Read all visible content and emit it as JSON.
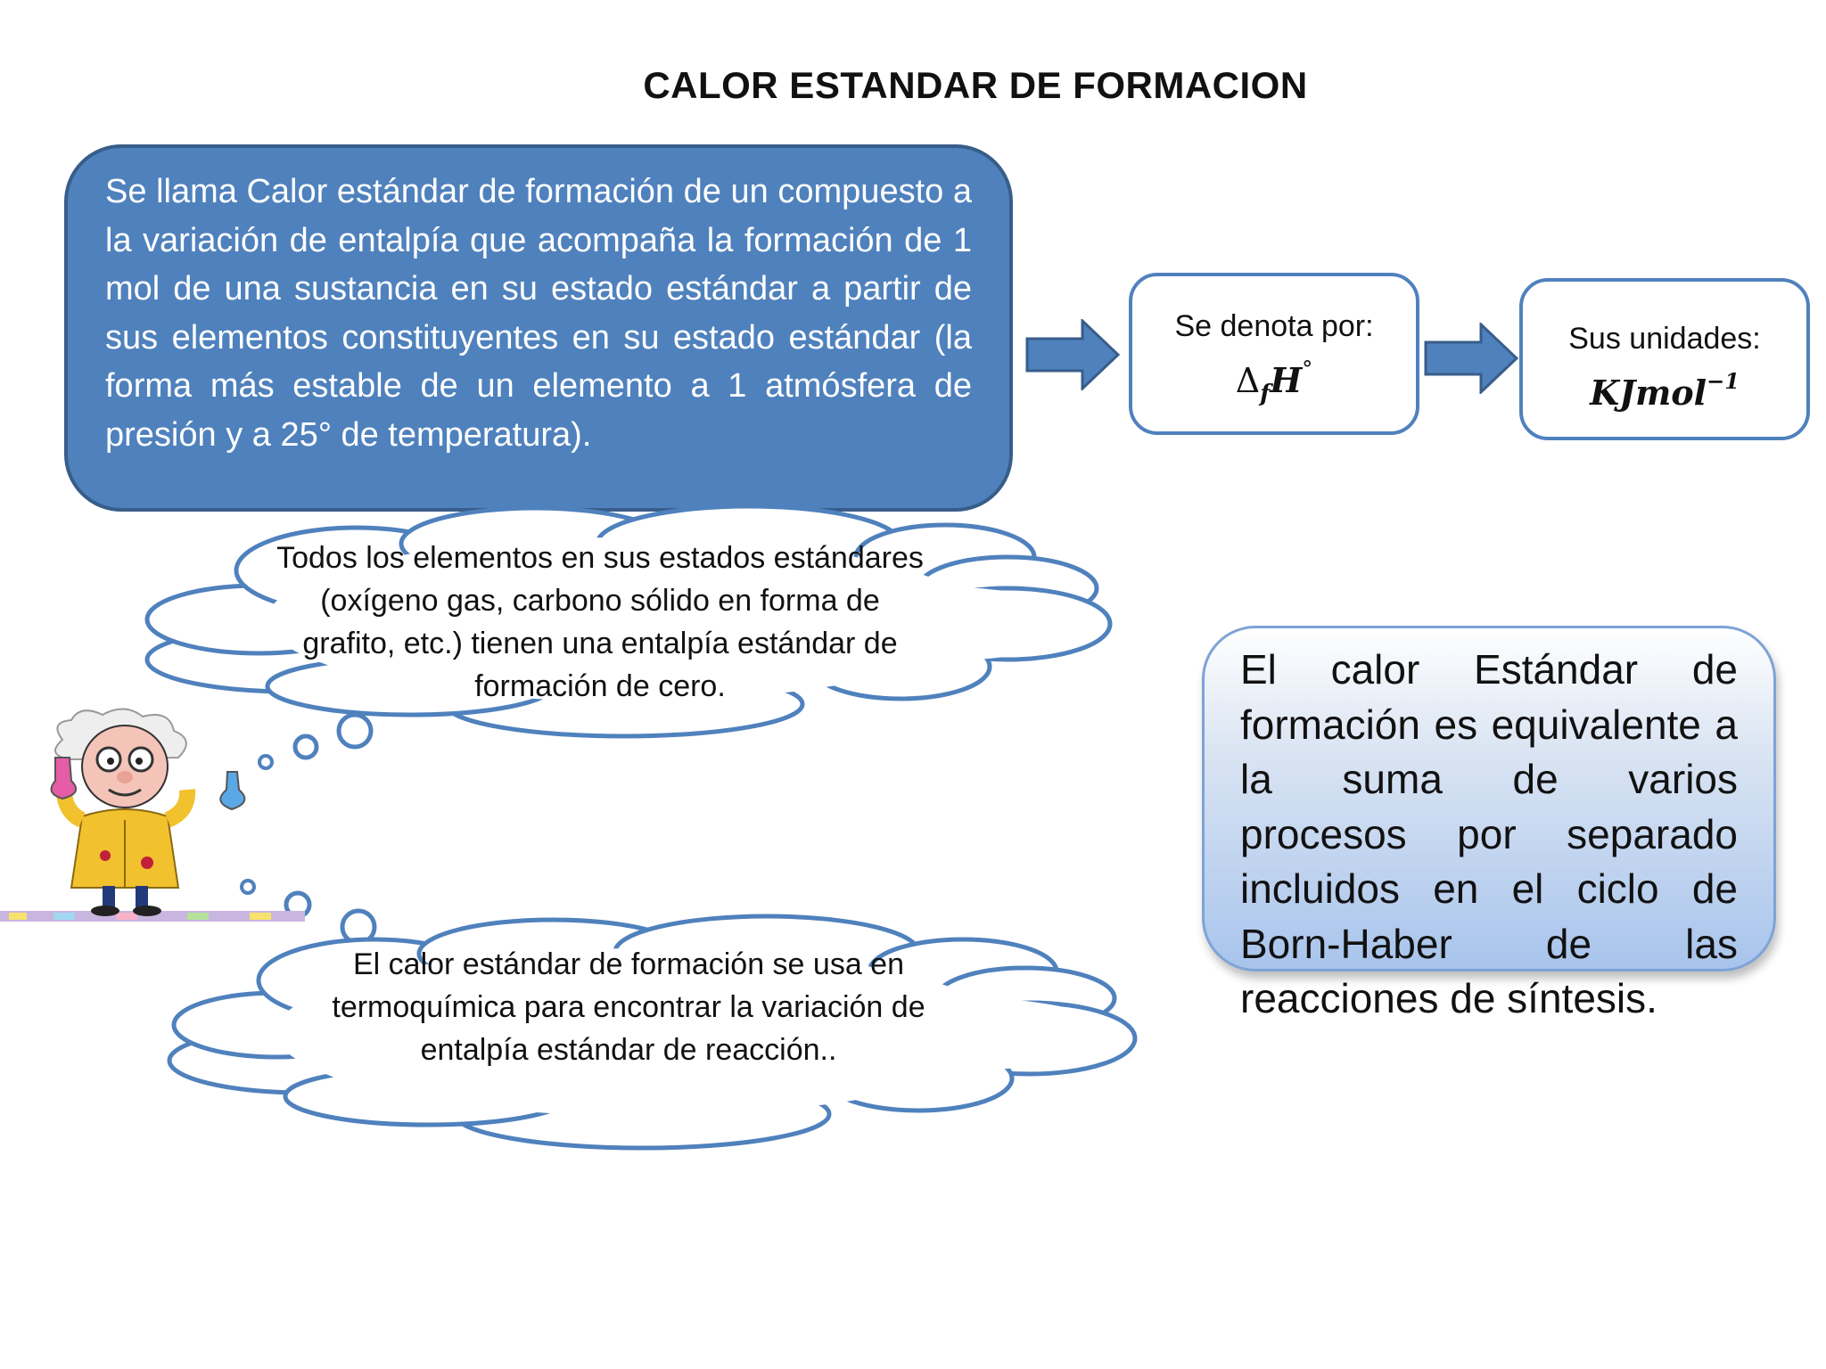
{
  "title": "CALOR ESTANDAR DE FORMACION",
  "definition": "Se llama Calor estándar de formación de un compuesto a la variación de entalpía que acompaña la formación de 1 mol de una sustancia en su estado estándar a partir de sus elementos constituyentes en su estado estándar (la forma más estable de un elemento a 1 atmósfera de presión y a 25° de temperatura).",
  "notation": {
    "label": "Se denota por:",
    "delta": "Δ",
    "subscript": "f",
    "symbol": "H",
    "degree": "°"
  },
  "units": {
    "label": "Sus unidades:",
    "base": "KJmol",
    "exponent": "−1"
  },
  "clouds": [
    {
      "text": "Todos los elementos en sus estados estándares (oxígeno gas, carbono sólido en forma de grafito, etc.) tienen una entalpía estándar de formación de cero."
    },
    {
      "text": "El calor estándar de formación se usa en termoquímica para encontrar la variación de entalpía estándar de reacción.."
    }
  ],
  "born_haber": "El calor Estándar de formación es equivalente a la suma de varios procesos por separado incluidos en el ciclo de Born-Haber de las reacciones de síntesis.",
  "colors": {
    "accent_blue": "#4f81bd",
    "accent_border": "#385d8a",
    "light_blue": "#a8c4ec"
  },
  "icons": [
    "right-arrow-icon",
    "scientist-illustration",
    "thought-bubble-icon"
  ]
}
